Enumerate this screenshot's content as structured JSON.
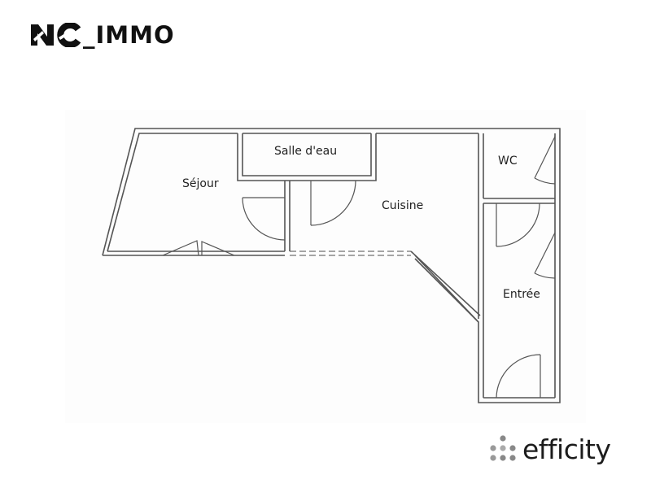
{
  "header": {
    "agency_logo_text": "_IMMO",
    "agency_logo_full": "NC_IMMO"
  },
  "floor_plan": {
    "rooms": [
      {
        "id": "sejour",
        "label": "Séjour"
      },
      {
        "id": "salle-deau",
        "label": "Salle d'eau"
      },
      {
        "id": "cuisine",
        "label": "Cuisine"
      },
      {
        "id": "wc",
        "label": "WC"
      },
      {
        "id": "entree",
        "label": "Entrée"
      }
    ],
    "wall_color": "#555555",
    "background_color": "#fdfdfd"
  },
  "footer": {
    "brand_name": "efficity",
    "brand_icon": "dot-grid-icon"
  }
}
